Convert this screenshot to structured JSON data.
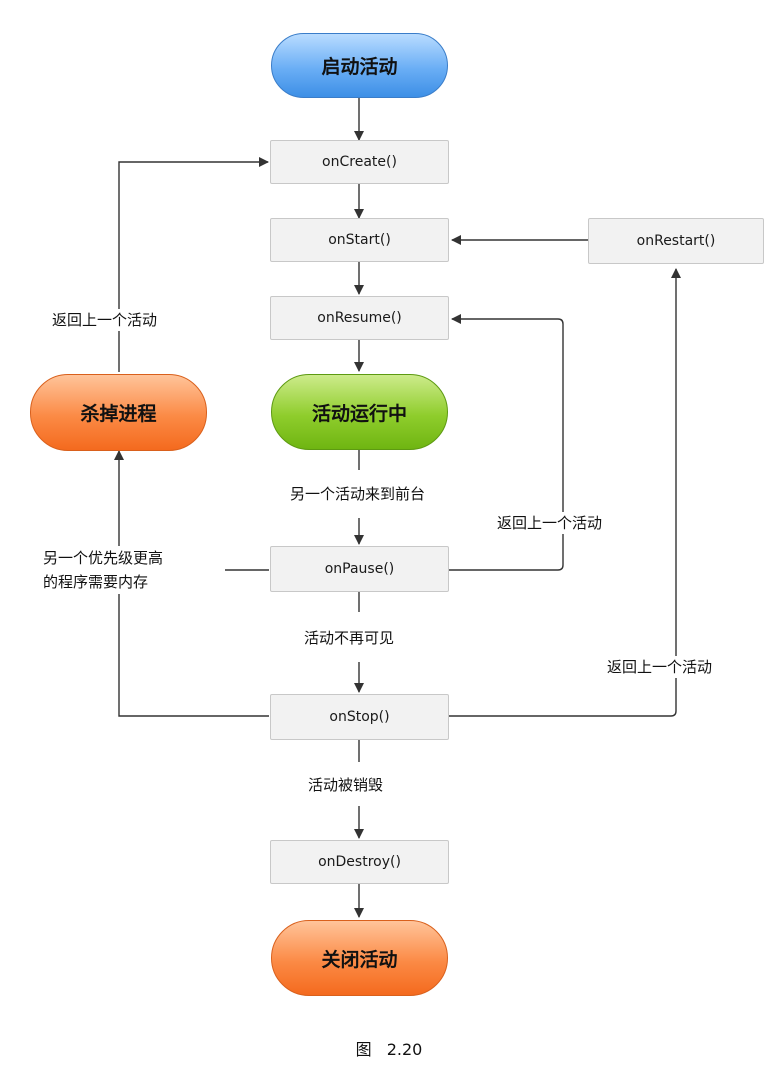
{
  "nodes": {
    "start": "启动活动",
    "create": "onCreate()",
    "start_cb": "onStart()",
    "restart": "onRestart()",
    "resume": "onResume()",
    "running": "活动运行中",
    "kill": "杀掉进程",
    "pause": "onPause()",
    "stop": "onStop()",
    "destroy": "onDestroy()",
    "close": "关闭活动"
  },
  "edge_labels": {
    "back_to_create": "返回上一个活动",
    "to_foreground": "另一个活动来到前台",
    "back_to_resume": "返回上一个活动",
    "low_memory_1": "另一个优先级更高",
    "low_memory_2": "的程序需要内存",
    "invisible": "活动不再可见",
    "back_to_restart": "返回上一个活动",
    "destroyed": "活动被销毁"
  },
  "caption": "图 2.20",
  "colors": {
    "start_pill": "#5aa5f0",
    "running_pill": "#8cc63f",
    "end_pill": "#f7803a",
    "box_fill": "#f2f2f2",
    "line": "#333333"
  }
}
